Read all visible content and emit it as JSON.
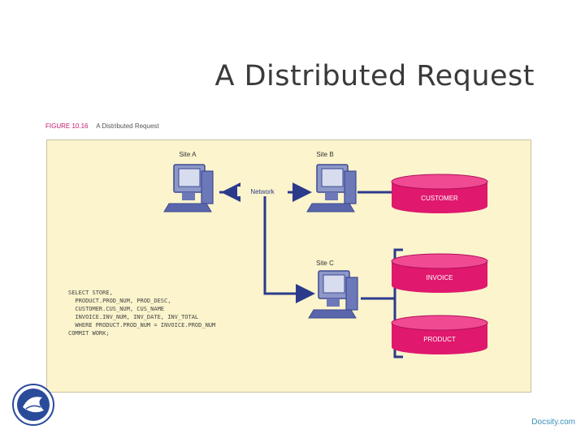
{
  "slide": {
    "title": "A Distributed Request",
    "footer": "Docsity.com"
  },
  "figure": {
    "number": "FIGURE 10.16",
    "caption": "A Distributed Request",
    "sites": [
      {
        "label": "Site A"
      },
      {
        "label": "Site B"
      },
      {
        "label": "Site C"
      }
    ],
    "network_label": "Network",
    "databases": [
      {
        "label": "CUSTOMER"
      },
      {
        "label": "INVOICE"
      },
      {
        "label": "PRODUCT"
      }
    ],
    "sql_lines": [
      "SELECT STORE,",
      "  PRODUCT.PROD_NUM, PROD_DESC,",
      "  CUSTOMER.CUS_NUM, CUS_NAME",
      "  INVOICE.INV_NUM, INV_DATE, INV_TOTAL",
      "  WHERE PRODUCT.PROD_NUM = INVOICE.PROD_NUM",
      "COMMIT WORK;"
    ],
    "colors": {
      "panel": "#fbf4cc",
      "database": "#e0186e",
      "network_line": "#2c3a8c",
      "computer": "#4a5aa8"
    }
  }
}
